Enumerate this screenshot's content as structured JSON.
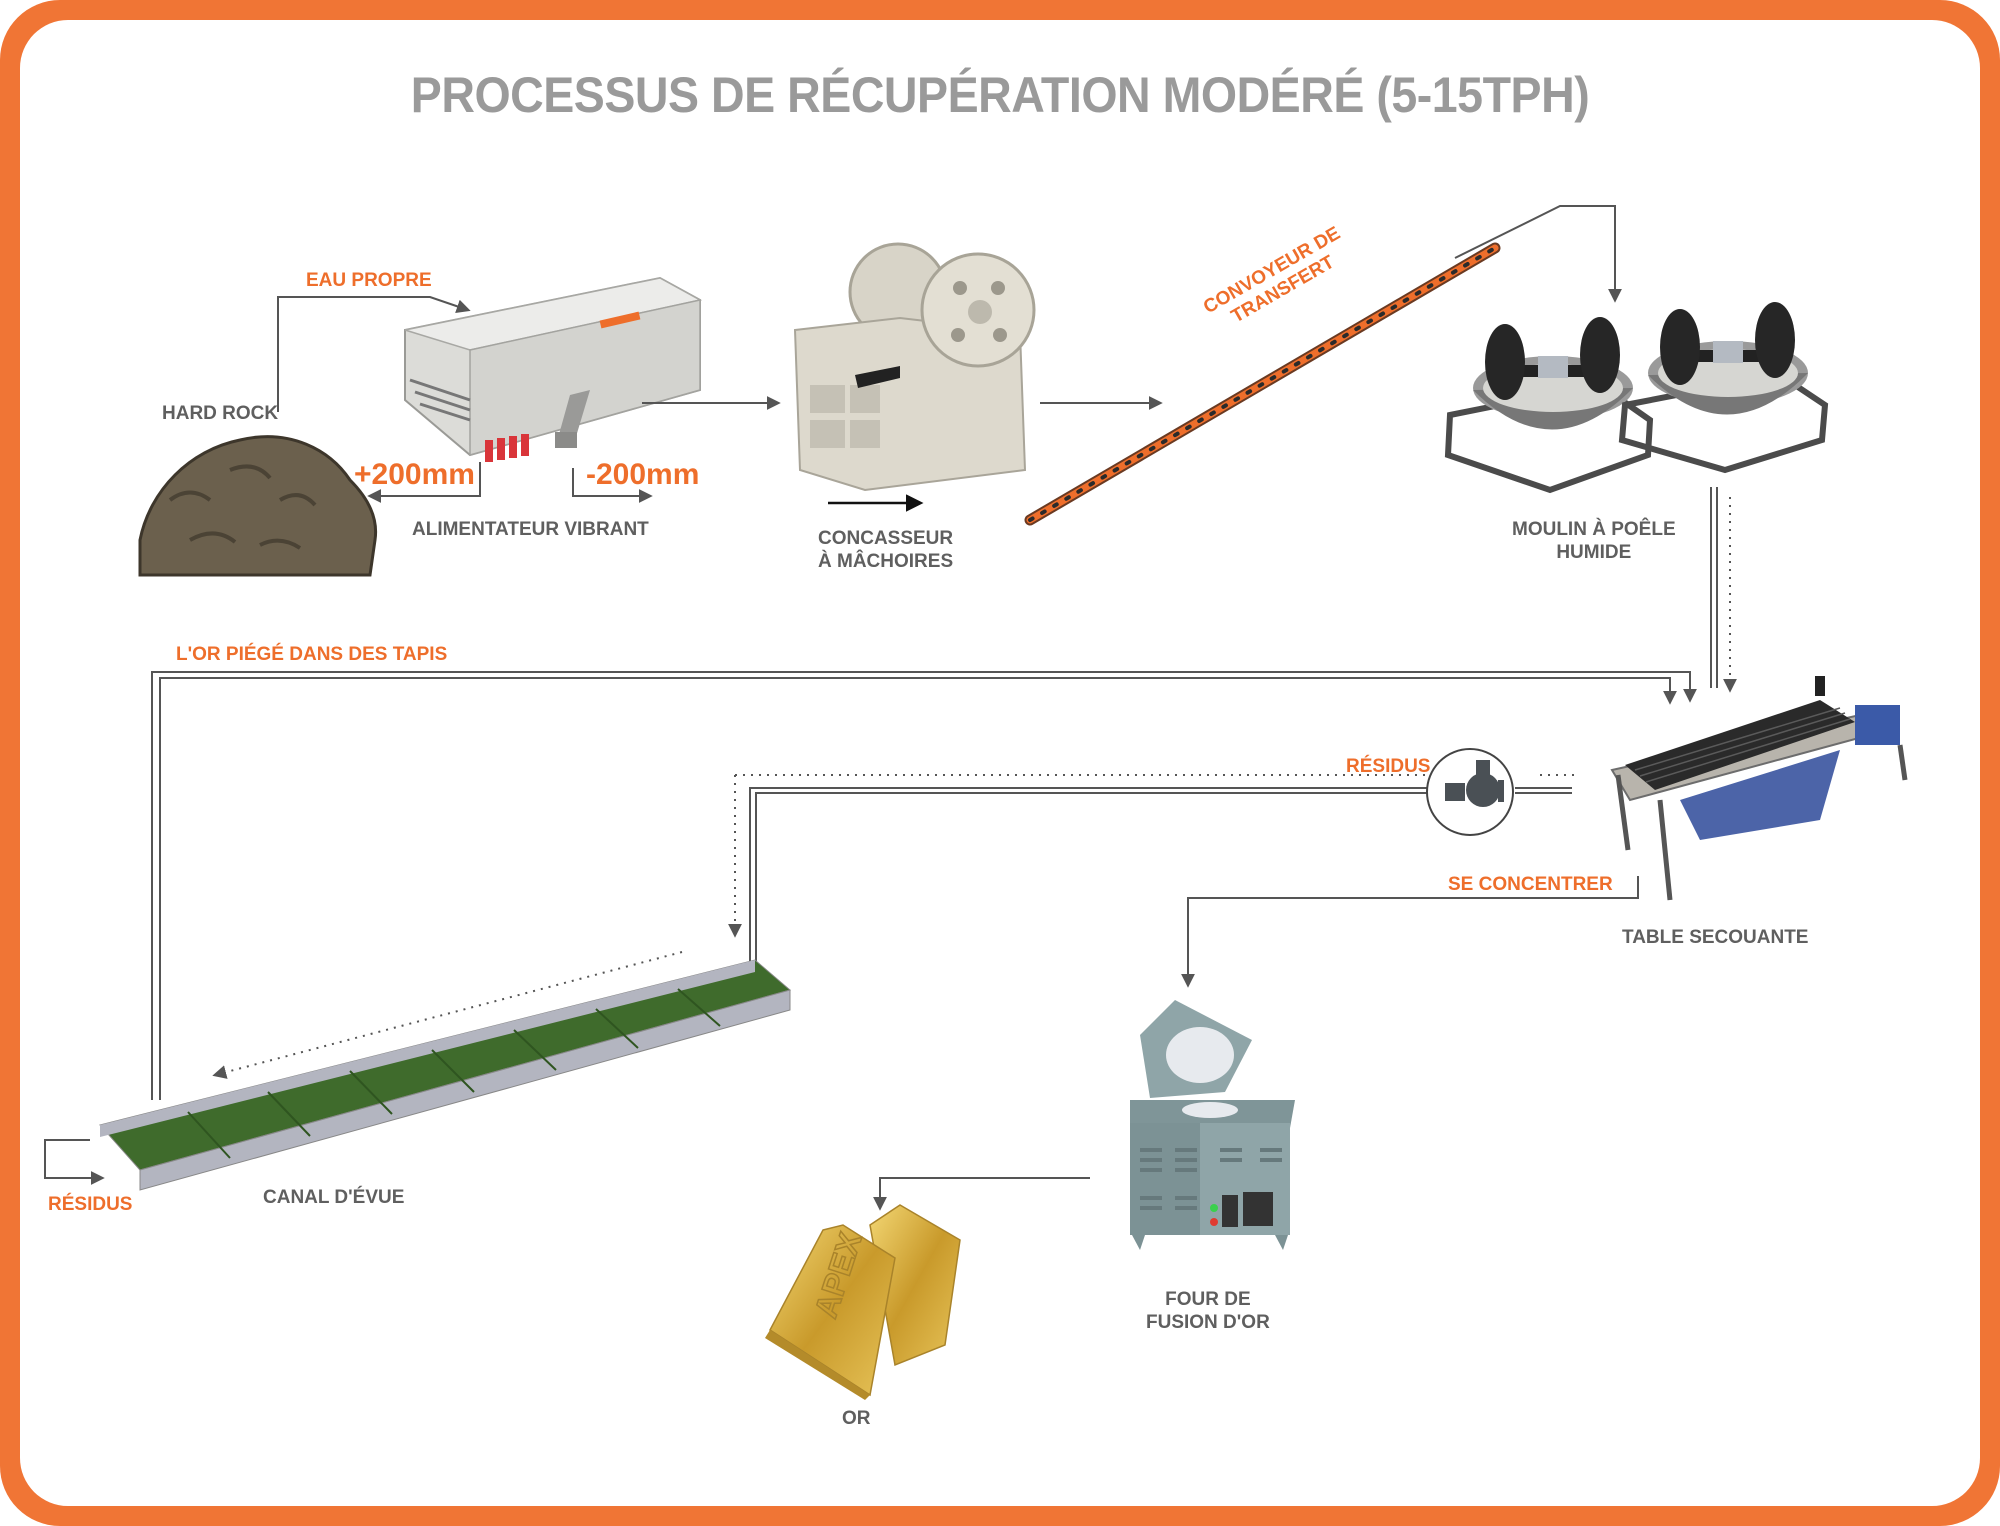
{
  "title": "PROCESSUS DE RÉCUPÉRATION MODÉRÉ (5-15TPH)",
  "colors": {
    "frame": "#f07535",
    "accent_label": "#ee6e2b",
    "equipment_label": "#5f5f5f",
    "title": "#9a9a9a",
    "arrow": "#555555",
    "sluice_mat": "#3f6b2c",
    "gold": "#d4aa3a"
  },
  "equipment": {
    "hard_rock": "HARD ROCK",
    "vibrating_feeder": "ALIMENTATEUR VIBRANT",
    "jaw_crusher_line1": "CONCASSEUR",
    "jaw_crusher_line2": "À MÂCHOIRES",
    "conveyor_line1": "CONVOYEUR DE",
    "conveyor_line2": "TRANSFERT",
    "wet_pan_mill_line1": "MOULIN À POÊLE",
    "wet_pan_mill_line2": "HUMIDE",
    "shaking_table": "TABLE SECOUANTE",
    "sluice": "CANAL D'ÉVUE",
    "furnace_line1": "FOUR DE",
    "furnace_line2": "FUSION D'OR",
    "gold": "OR",
    "gold_bar_engraving": "APEX"
  },
  "flow_labels": {
    "clean_water": "EAU PROPRE",
    "oversize": "+200mm",
    "undersize": "-200mm",
    "gold_trapped": "L'OR PIÉGÉ DANS DES TAPIS",
    "tailings_pump": "RÉSIDUS",
    "concentrate": "SE CONCENTRER",
    "tailings_out": "RÉSIDUS"
  }
}
